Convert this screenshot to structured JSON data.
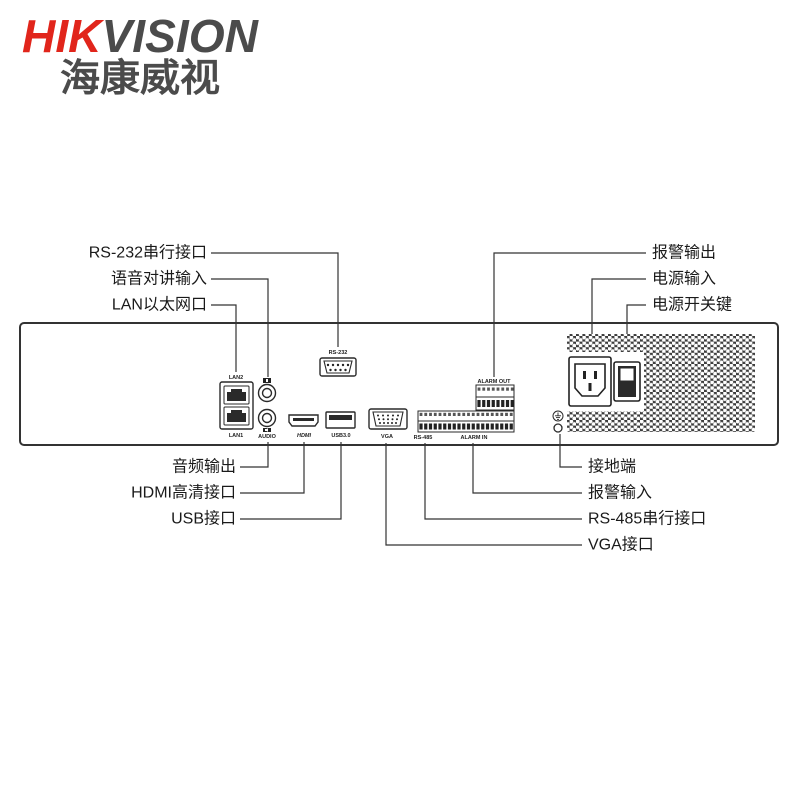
{
  "logo": {
    "en_red": "HIK",
    "en_gray": "VISION",
    "cn": "海康威视"
  },
  "colors": {
    "brand_red": "#e1251b",
    "brand_gray": "#4b4b4b",
    "callout_line": "#333333",
    "label_text": "#1a1a1a"
  },
  "callouts": {
    "rs232": "RS-232串行接口",
    "audio_in": "语音对讲输入",
    "lan": "LAN以太网口",
    "audio_out": "音频输出",
    "hdmi": "HDMI高清接口",
    "usb": "USB接口",
    "alarm_out": "报警输出",
    "power_in": "电源输入",
    "power_switch": "电源开关键",
    "ground": "接地端",
    "alarm_in": "报警输入",
    "rs485": "RS-485串行接口",
    "vga": "VGA接口"
  },
  "panel_labels": {
    "rs232": "RS-232",
    "lan2": "LAN2",
    "lan1": "LAN1",
    "audio": "AUDIO",
    "hdmi": "HDMI",
    "usb": "USB3.0",
    "vga": "VGA",
    "alarm_out": "ALARM OUT",
    "rs485": "RS-485",
    "alarm_in": "ALARM IN"
  },
  "icons": {
    "audio_in": "microphone-icon",
    "audio_out": "speaker-icon",
    "ground": "ground-symbol-icon"
  }
}
